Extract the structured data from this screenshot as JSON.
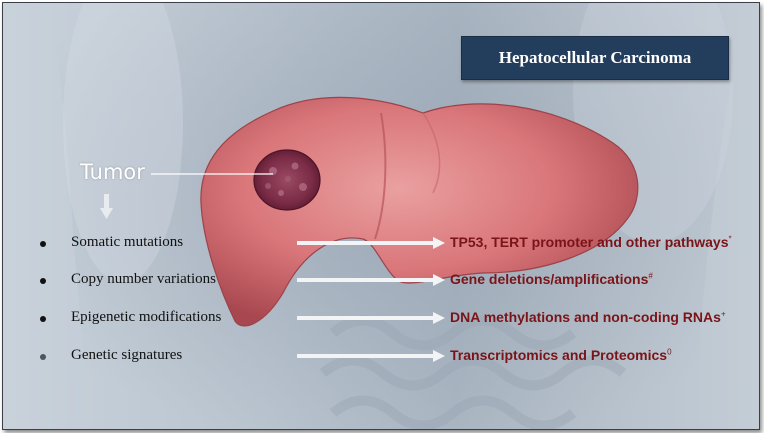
{
  "title": "Hepatocellular Carcinoma",
  "tumor_label": "Tumor",
  "rows": [
    {
      "factor": "Somatic mutations",
      "outcome": "TP53, TERT promoter and other pathways",
      "mark": "*",
      "bullet_color": "#111111"
    },
    {
      "factor": "Copy number variations",
      "outcome": "Gene deletions/amplifications",
      "mark": "#",
      "bullet_color": "#111111"
    },
    {
      "factor": "Epigenetic modifications",
      "outcome": "DNA methylations and non-coding RNAs",
      "mark": "+",
      "bullet_color": "#111111"
    },
    {
      "factor": "Genetic signatures",
      "outcome": "Transcriptomics and Proteomics",
      "mark": "0",
      "bullet_color": "#4c5560"
    }
  ],
  "colors": {
    "title_bg": "#233d5c",
    "outcome_text": "#7a1418",
    "liver": "#d9767a",
    "tumor": "#7a2b45"
  }
}
